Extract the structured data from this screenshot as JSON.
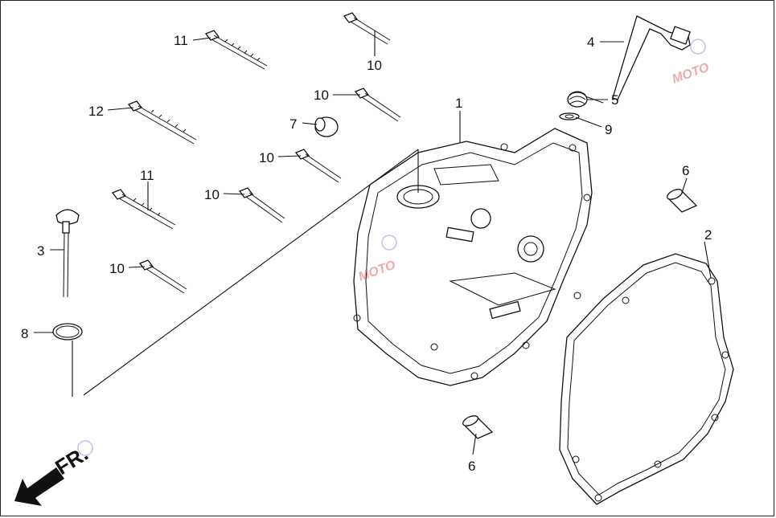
{
  "diagram": {
    "direction_label": "FR.",
    "watermark": "MOTO",
    "callouts": [
      {
        "id": "c1",
        "text": "1"
      },
      {
        "id": "c2",
        "text": "2"
      },
      {
        "id": "c3",
        "text": "3"
      },
      {
        "id": "c4",
        "text": "4"
      },
      {
        "id": "c5",
        "text": "5"
      },
      {
        "id": "c6a",
        "text": "6"
      },
      {
        "id": "c6b",
        "text": "6"
      },
      {
        "id": "c7",
        "text": "7"
      },
      {
        "id": "c8",
        "text": "8"
      },
      {
        "id": "c9",
        "text": "9"
      },
      {
        "id": "c10a",
        "text": "10"
      },
      {
        "id": "c10b",
        "text": "10"
      },
      {
        "id": "c10c",
        "text": "10"
      },
      {
        "id": "c10d",
        "text": "10"
      },
      {
        "id": "c10e",
        "text": "10"
      },
      {
        "id": "c11a",
        "text": "11"
      },
      {
        "id": "c11b",
        "text": "11"
      },
      {
        "id": "c12",
        "text": "12"
      }
    ],
    "colors": {
      "line": "#111111",
      "watermark": "#e06a6a",
      "background": "#ffffff"
    }
  }
}
